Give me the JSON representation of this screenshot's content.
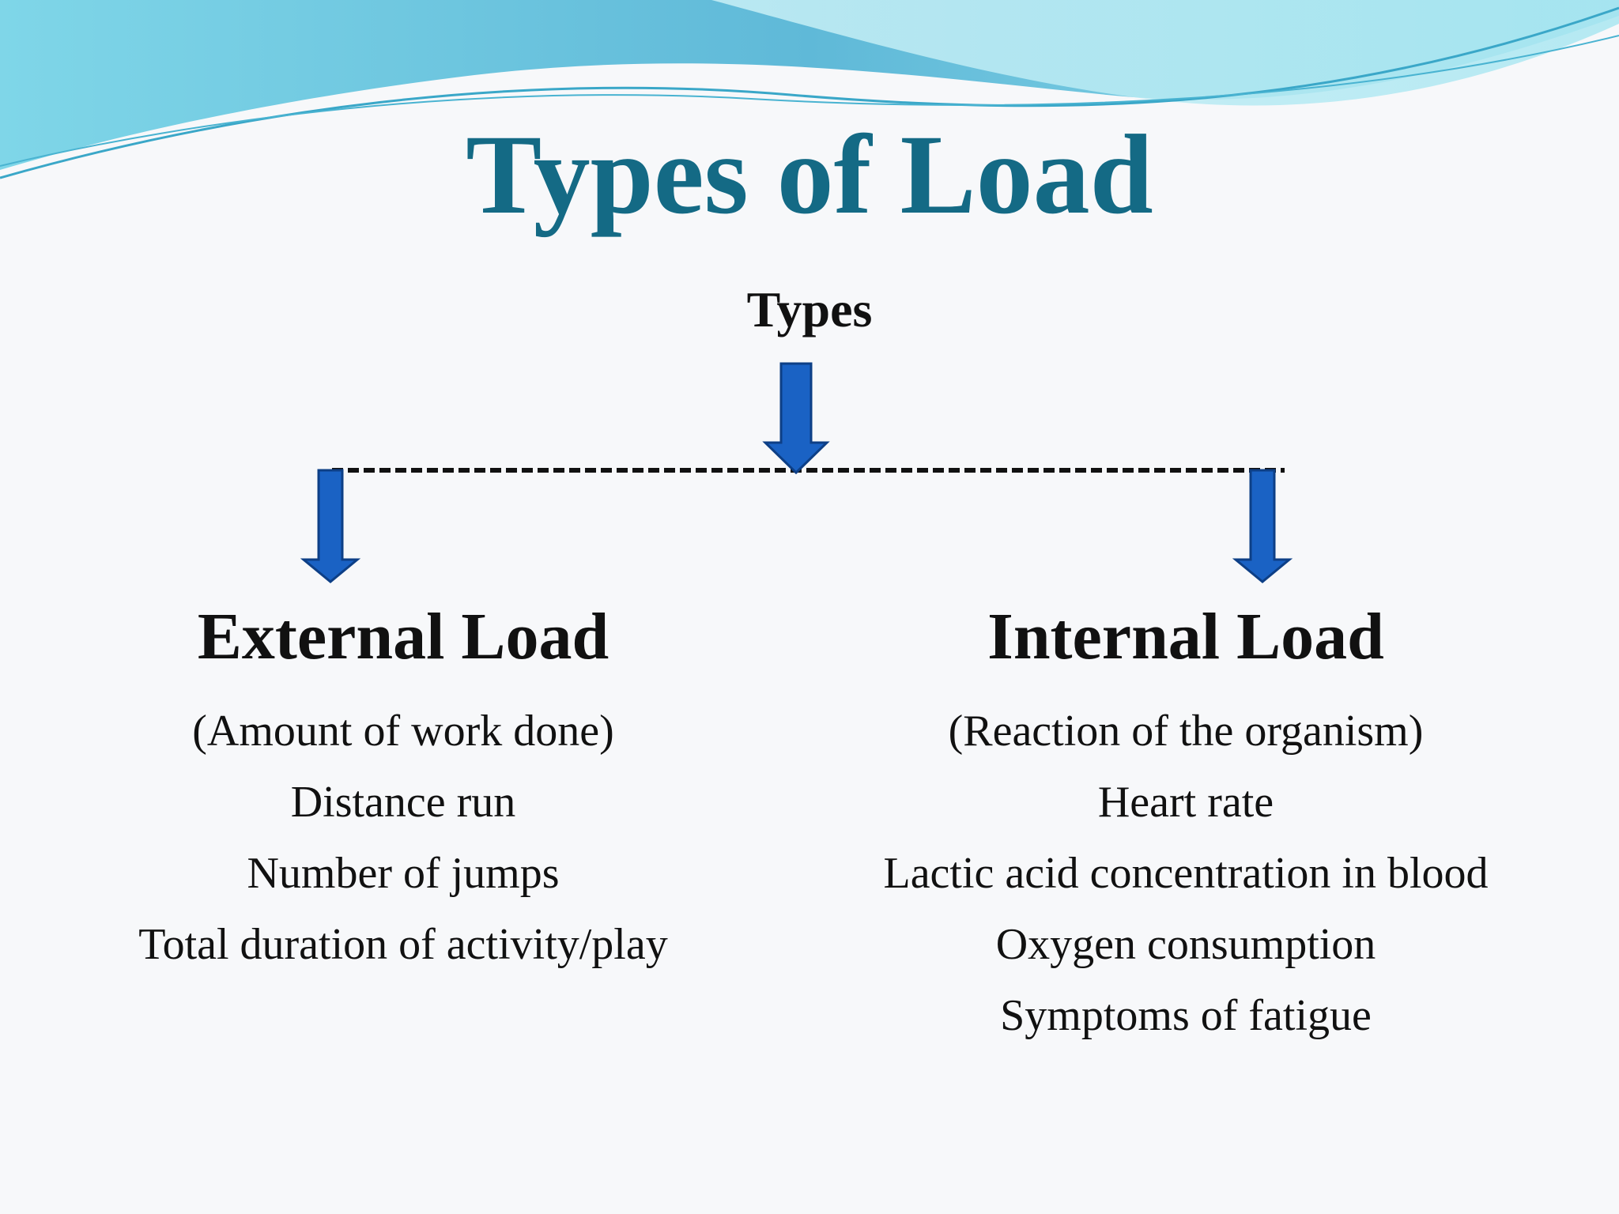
{
  "title": "Types of Load",
  "root": "Types",
  "colors": {
    "title": "#146a85",
    "arrow": "#1a62c4",
    "arrow_edge": "#0d3f86",
    "wave_light": "#aee8f2",
    "wave_mid": "#6fcbe0",
    "wave_dark": "#3aa7c8"
  },
  "branches": {
    "left": {
      "heading": "External Load",
      "subtitle": "(Amount of work done)",
      "items": [
        "Distance run",
        "Number of jumps",
        "Total duration of activity/play"
      ]
    },
    "right": {
      "heading": "Internal Load",
      "subtitle": "(Reaction of the organism)",
      "items": [
        "Heart rate",
        "Lactic acid concentration in blood",
        "Oxygen consumption",
        " Symptoms of fatigue"
      ]
    }
  }
}
